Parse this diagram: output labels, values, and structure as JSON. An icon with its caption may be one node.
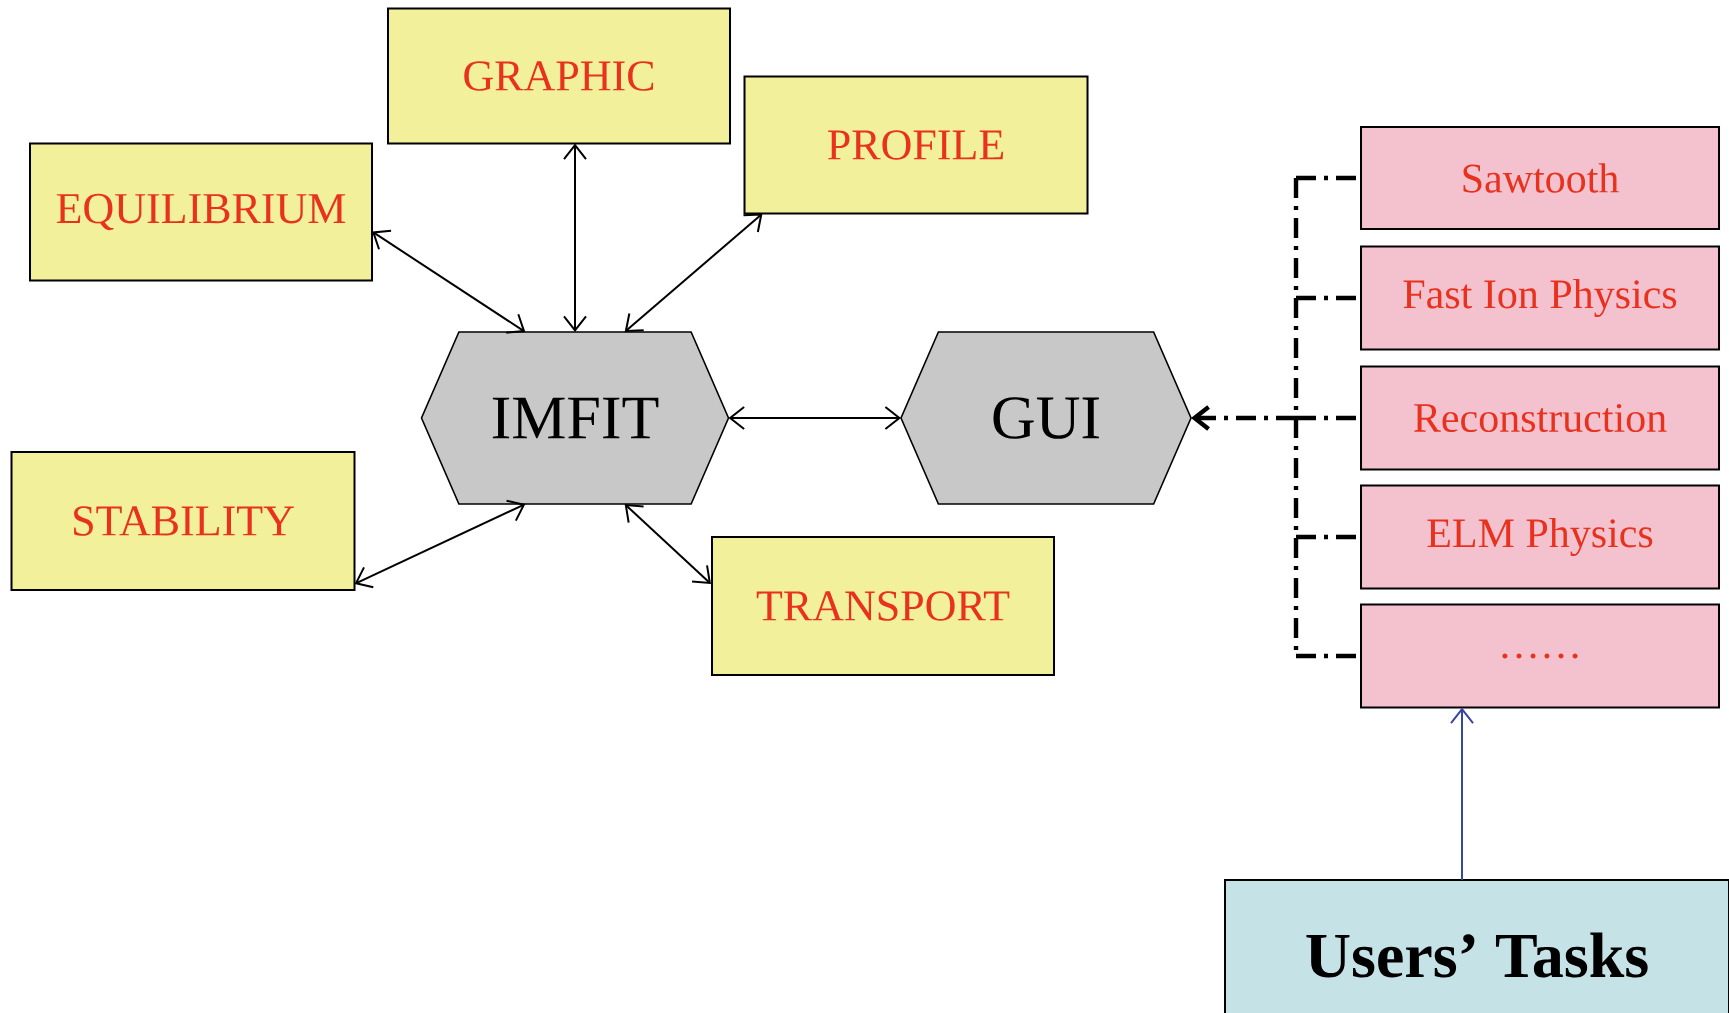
{
  "diagram": {
    "nodes": [
      {
        "text": [
          "GRAPHIC"
        ]
      },
      {
        "text": [
          "PROFILE"
        ]
      },
      {
        "text": [
          "EQUILIBRIUM"
        ]
      },
      {
        "text": [
          "IMFIT"
        ]
      },
      {
        "text": [
          "GUI"
        ]
      },
      {
        "text": [
          "STABILITY"
        ]
      },
      {
        "text": [
          "TRANSPORT"
        ]
      },
      {
        "text": [
          "Sawtooth"
        ]
      },
      {
        "text": [
          "Fast Ion Physics"
        ]
      },
      {
        "text": [
          "Reconstruction"
        ]
      },
      {
        "text": [
          "ELM Physics"
        ]
      },
      {
        "text": [
          "……"
        ]
      },
      {
        "text": [
          "Users’ Tasks"
        ]
      }
    ],
    "edges": [
      {
        "from": 3,
        "to": 0,
        "arrow": "both"
      },
      {
        "from": 3,
        "to": 1,
        "arrow": "both"
      },
      {
        "from": 3,
        "to": 2,
        "arrow": "both"
      },
      {
        "from": 3,
        "to": 5,
        "arrow": "both"
      },
      {
        "from": 3,
        "to": 6,
        "arrow": "both"
      },
      {
        "from": 3,
        "to": 4,
        "arrow": "both"
      },
      {
        "from": 7,
        "to": 4,
        "arrow": "to",
        "style": "dashed"
      },
      {
        "from": 8,
        "to": 4,
        "arrow": "to",
        "style": "dashed"
      },
      {
        "from": 9,
        "to": 4,
        "arrow": "to",
        "style": "dashed"
      },
      {
        "from": 10,
        "to": 4,
        "arrow": "to",
        "style": "dashed"
      },
      {
        "from": 11,
        "to": 4,
        "arrow": "to",
        "style": "dashed"
      },
      {
        "from": 12,
        "to": 11,
        "arrow": "to",
        "color": "#3b45a0"
      }
    ]
  }
}
